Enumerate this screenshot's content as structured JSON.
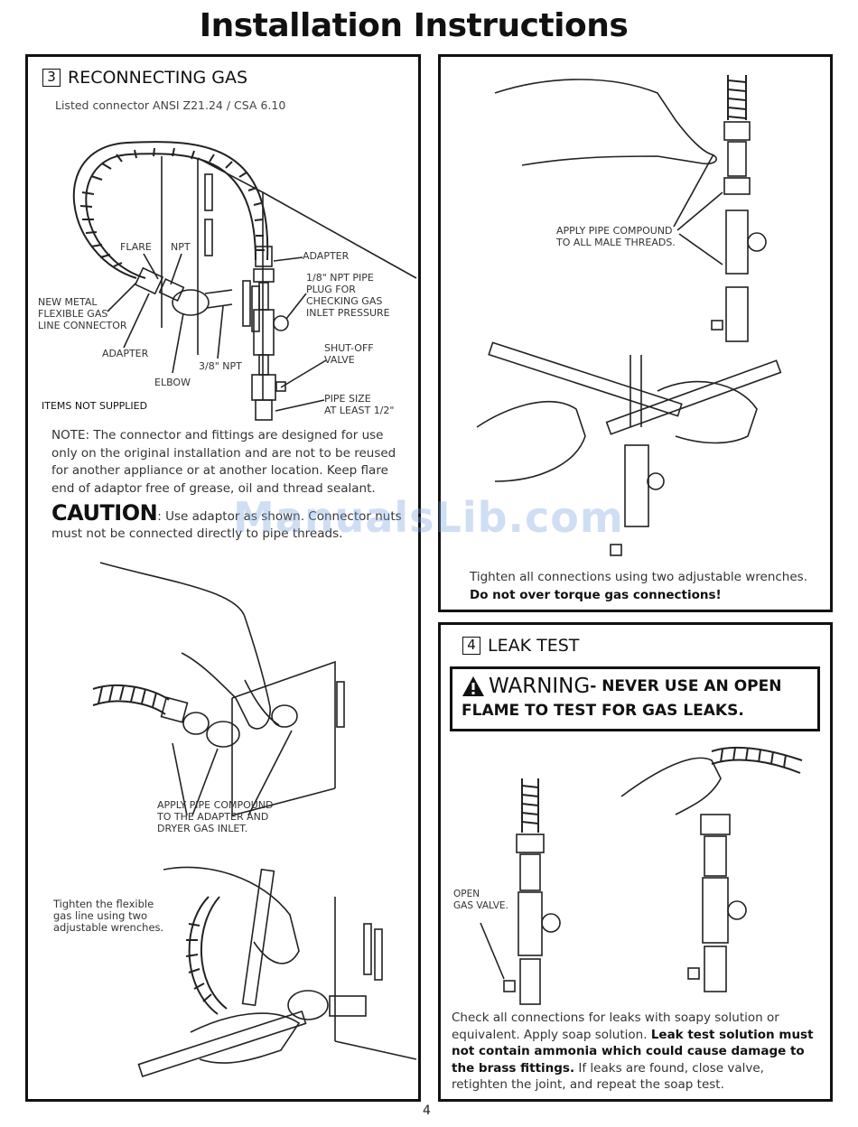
{
  "page_title": "Installation Instructions",
  "page_number": "4",
  "watermark": "ManualsLib.com",
  "section3": {
    "number": "3",
    "title": "RECONNECTING GAS",
    "subtitle": "Listed connector ANSI Z21.24 / CSA 6.10",
    "labels": {
      "flare": "FLARE",
      "npt": "NPT",
      "adapter_right": "ADAPTER",
      "plug": "1/8\" NPT PIPE\nPLUG FOR\nCHECKING GAS\nINLET PRESSURE",
      "new_metal": "NEW METAL\nFLEXIBLE GAS\nLINE CONNECTOR",
      "adapter_left": "ADAPTER",
      "shutoff": "SHUT-OFF\nVALVE",
      "npt38": "3/8\" NPT",
      "elbow": "ELBOW",
      "pipe_size": "PIPE SIZE\nAT LEAST 1/2\"",
      "items_not_supplied": "ITEMS NOT SUPPLIED"
    },
    "note": "NOTE: The connector and fittings are designed for use only on the original installation and are not to be reused for another appliance or at another location. Keep flare end of adaptor free of grease, oil and thread sealant.",
    "caution_word": "CAUTION",
    "caution_text": ": Use adaptor as shown. Connector nuts must not be connected directly to pipe threads.",
    "apply_compound_adapter": "APPLY PIPE COMPOUND\nTO THE ADAPTER AND\nDRYER GAS INLET.",
    "tighten_flexible": "Tighten the flexible\ngas line using two\nadjustable wrenches."
  },
  "right_top": {
    "apply_compound_male": "APPLY PIPE COMPOUND\nTO ALL MALE THREADS.",
    "tighten_text": "Tighten all connections using two adjustable wrenches. ",
    "tighten_bold": "Do not over torque gas connections!"
  },
  "section4": {
    "number": "4",
    "title": "LEAK TEST",
    "warning_word": "WARNING",
    "warning_rest_line1": " - NEVER USE AN OPEN",
    "warning_line2": "FLAME TO TEST FOR GAS LEAKS.",
    "open_gas_valve": "OPEN\nGAS VALVE.",
    "check_text_1": "Check all connections for leaks with soapy solution or equivalent. Apply soap solution. ",
    "check_bold": "Leak test solution must not contain ammonia which could cause damage to the brass fittings.",
    "check_text_2": " If leaks are found, close valve, retighten the joint, and repeat the soap test."
  }
}
